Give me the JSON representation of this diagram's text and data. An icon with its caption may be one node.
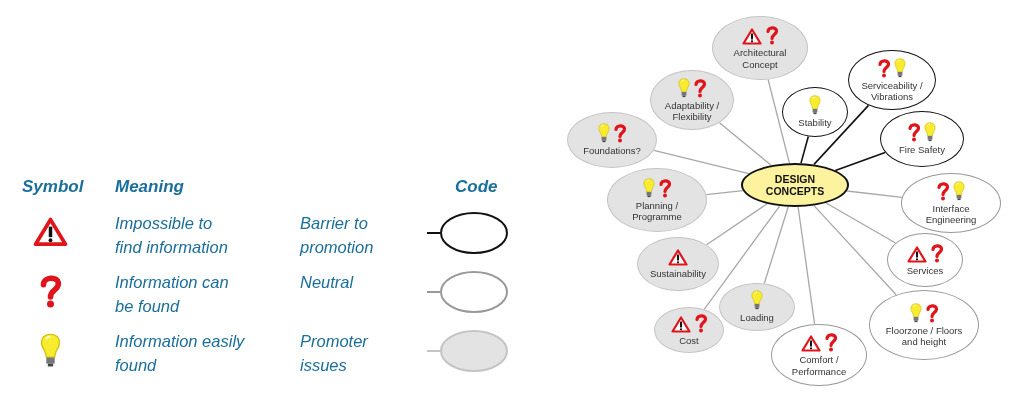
{
  "diagram": {
    "nodes": [
      {
        "text": [
          "DESIGN CONCEPTS"
        ]
      },
      {
        "text": [
          "Architectural Concept"
        ]
      },
      {
        "text": [
          "Serviceability / Vibrations"
        ]
      },
      {
        "text": [
          "Adaptability / Flexibility"
        ]
      },
      {
        "text": [
          "Stability"
        ]
      },
      {
        "text": [
          "Foundations?"
        ]
      },
      {
        "text": [
          "Fire Safety"
        ]
      },
      {
        "text": [
          "Planning / Programme"
        ]
      },
      {
        "text": [
          "Interface Engineering"
        ]
      },
      {
        "text": [
          "Sustainability"
        ]
      },
      {
        "text": [
          "Services"
        ]
      },
      {
        "text": [
          "Loading"
        ]
      },
      {
        "text": [
          "Cost"
        ]
      },
      {
        "text": [
          "Floorzone / Floors and height"
        ]
      },
      {
        "text": [
          "Comfort / Performance"
        ]
      }
    ],
    "edges": [
      {
        "from": 0,
        "to": 1,
        "arrow": "none"
      },
      {
        "from": 0,
        "to": 2,
        "arrow": "none",
        "color": "#111111"
      },
      {
        "from": 0,
        "to": 3,
        "arrow": "none"
      },
      {
        "from": 0,
        "to": 4,
        "arrow": "none",
        "color": "#111111"
      },
      {
        "from": 0,
        "to": 5,
        "arrow": "none"
      },
      {
        "from": 0,
        "to": 6,
        "arrow": "none",
        "color": "#111111"
      },
      {
        "from": 0,
        "to": 7,
        "arrow": "none"
      },
      {
        "from": 0,
        "to": 8,
        "arrow": "none"
      },
      {
        "from": 0,
        "to": 9,
        "arrow": "none"
      },
      {
        "from": 0,
        "to": 10,
        "arrow": "none"
      },
      {
        "from": 0,
        "to": 11,
        "arrow": "none"
      },
      {
        "from": 0,
        "to": 12,
        "arrow": "none"
      },
      {
        "from": 0,
        "to": 13,
        "arrow": "none"
      },
      {
        "from": 0,
        "to": 14,
        "arrow": "none"
      }
    ],
    "labels": [
      "Symbol",
      "Meaning",
      "Code",
      "Impossible to find information",
      "Barrier to promotion",
      "Information can be found",
      "Neutral",
      "Information easily found",
      "Promoter issues"
    ]
  }
}
